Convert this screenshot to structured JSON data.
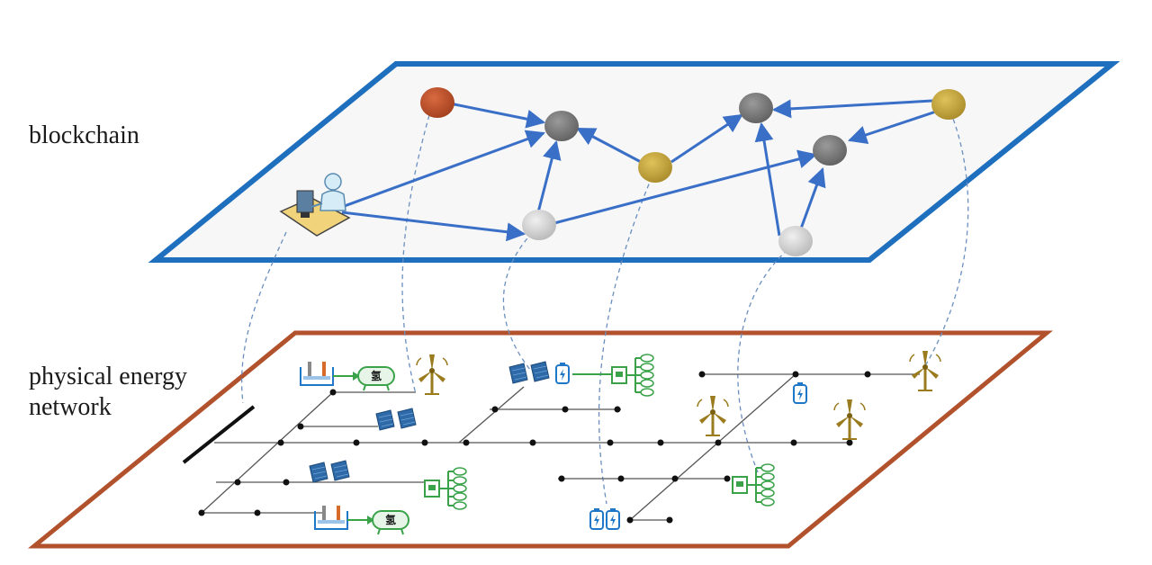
{
  "layers": {
    "top": {
      "label": "blockchain",
      "border_color": "#1f6fbf",
      "fill_color": "#f7f7f7"
    },
    "bottom": {
      "label_lines": [
        "physical energy",
        "network"
      ],
      "border_color": "#b1522d",
      "fill_color": "#ffffff"
    }
  },
  "hydrogen_tank_char": "氢",
  "colors": {
    "edge": "#3a6fc7",
    "node_orange": "#b84a26",
    "node_dark": "#7a7a7a",
    "node_gold": "#c9a53a",
    "node_light": "#cfcfcf",
    "device_blue": "#1f77c7",
    "load_green": "#3aa34a",
    "turbine_gold": "#9a7b1e"
  },
  "icons": [
    "user-at-computer-icon",
    "electrolyzer-icon",
    "hydrogen-tank-icon",
    "wind-turbine-icon",
    "solar-panel-icon",
    "battery-icon",
    "charger-icon",
    "ev-load-icon"
  ]
}
